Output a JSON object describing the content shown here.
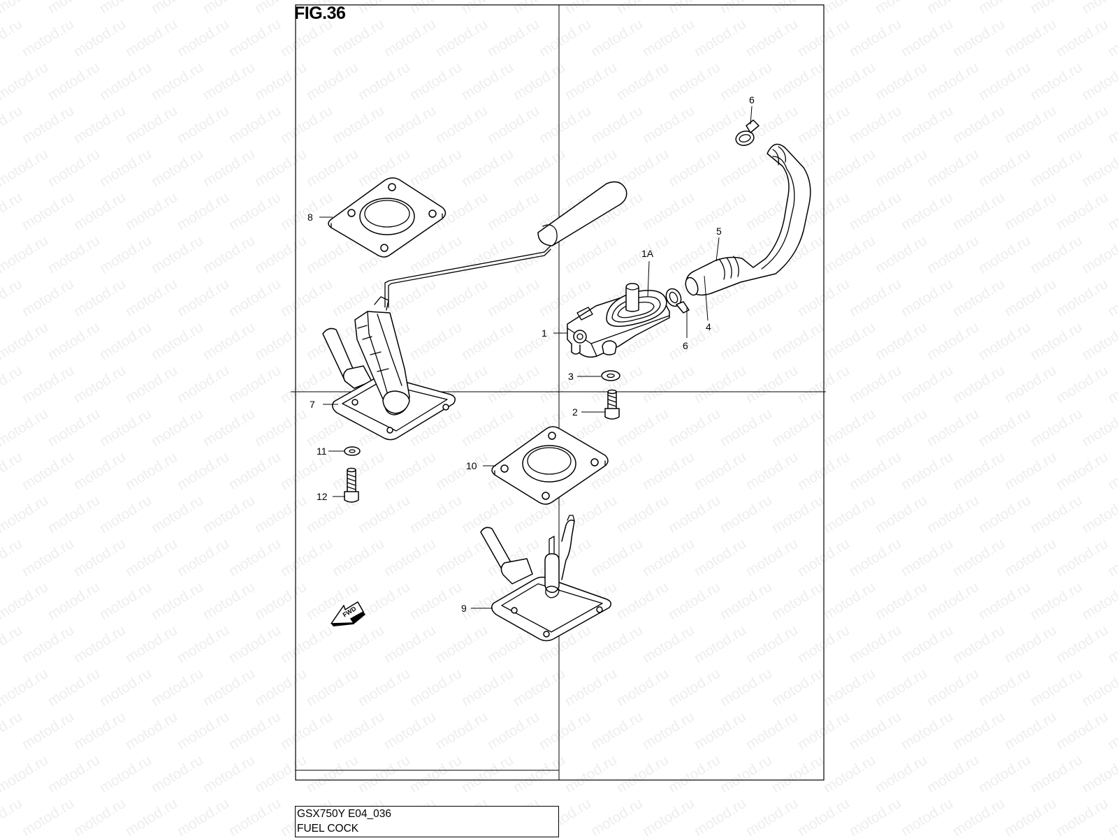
{
  "figure": {
    "title": "FIG.36"
  },
  "title_block": {
    "model": "GSX750Y E04_036",
    "name": "FUEL COCK"
  },
  "watermark": {
    "text": "motod.ru"
  },
  "direction_arrow": {
    "label": "FWD"
  },
  "callouts": {
    "c1": "1",
    "c1A": "1A",
    "c2": "2",
    "c3": "3",
    "c4": "4",
    "c5": "5",
    "c6a": "6",
    "c6b": "6",
    "c7": "7",
    "c8": "8",
    "c9": "9",
    "c10": "10",
    "c11": "11",
    "c12": "12"
  }
}
